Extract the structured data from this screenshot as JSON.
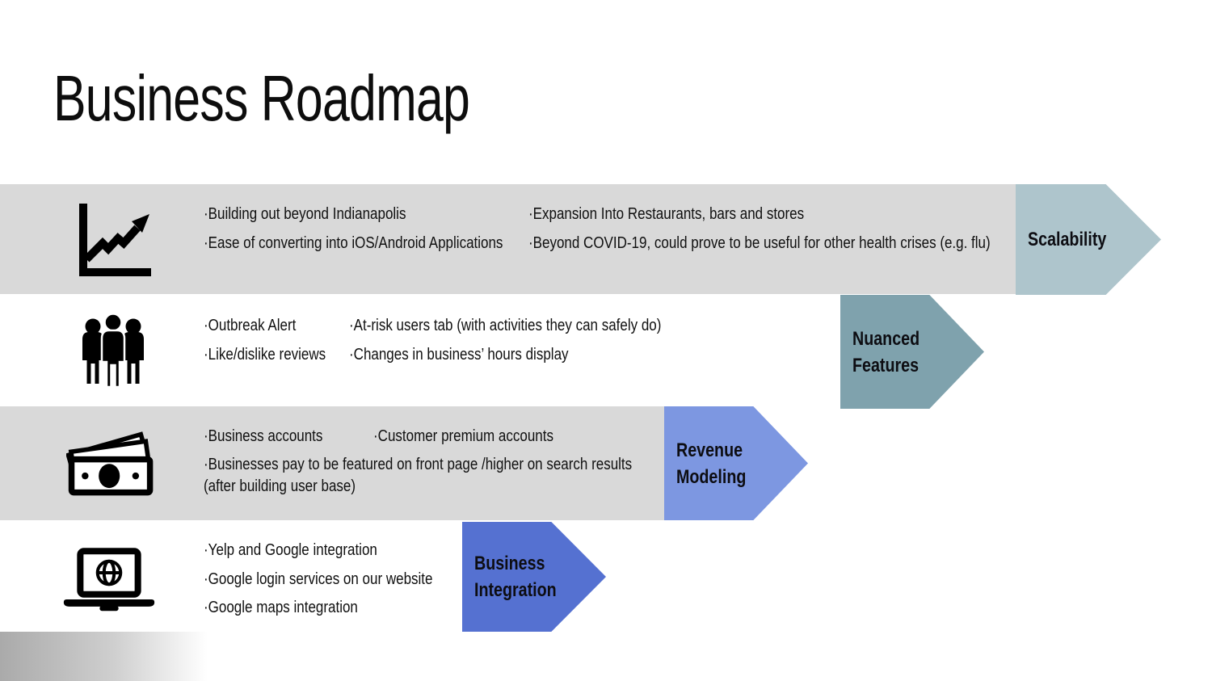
{
  "slide": {
    "title": "Business Roadmap"
  },
  "colors": {
    "band_gray": "#d9d9d9",
    "arrow_scalability": "#aec5cc",
    "arrow_nuanced_features": "#7fa2ad",
    "arrow_revenue_modeling": "#7d97e1",
    "arrow_business_integration": "#5571d1",
    "text": "#101010",
    "icon_black": "#000000"
  },
  "rows": [
    {
      "id": "scalability",
      "icon": "line-chart-icon",
      "arrow_label_lines": [
        "Scalability"
      ],
      "columns": [
        [
          "·Building out beyond Indianapolis",
          "·Ease of converting into iOS/Android Applications"
        ],
        [
          "·Expansion Into Restaurants, bars and stores",
          "·Beyond COVID-19, could prove to be useful for other health crises (e.g. flu)"
        ]
      ]
    },
    {
      "id": "nuanced-features",
      "icon": "people-icon",
      "arrow_label_lines": [
        "Nuanced",
        "Features"
      ],
      "columns": [
        [
          "·Outbreak Alert",
          "·Like/dislike reviews"
        ],
        [
          "·At-risk users tab (with activities they can safely do)",
          "·Changes in business’ hours display"
        ]
      ]
    },
    {
      "id": "revenue-modeling",
      "icon": "money-icon",
      "arrow_label_lines": [
        "Revenue",
        "Modeling"
      ],
      "columns": [
        [
          "·Business accounts"
        ],
        [
          "·Customer premium accounts"
        ]
      ],
      "full_lines": [
        "·Businesses pay to be featured on front page /higher on search results",
        "(after building user base)"
      ]
    },
    {
      "id": "business-integration",
      "icon": "laptop-globe-icon",
      "arrow_label_lines": [
        "Business",
        "Integration"
      ],
      "columns": [
        [
          "·Yelp and Google integration",
          "·Google login services on our website",
          "·Google maps integration"
        ]
      ]
    }
  ]
}
